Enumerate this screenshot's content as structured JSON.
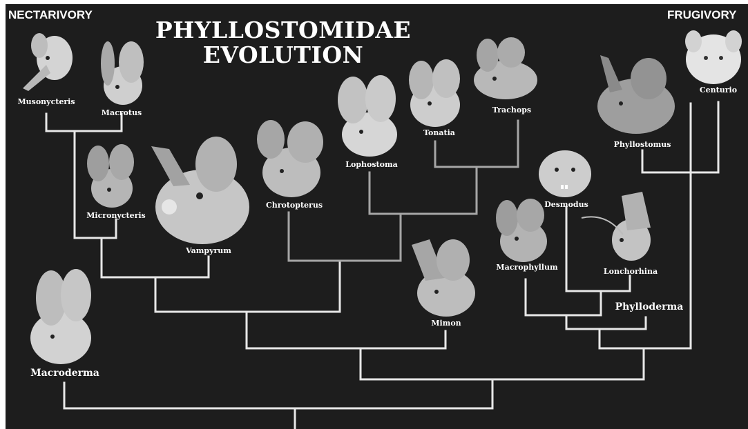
{
  "title": {
    "line1": "PHYLLOSTOMIDAE",
    "line2": "EVOLUTION"
  },
  "corners": {
    "left": "NECTARIVORY",
    "right": "FRUGIVORY"
  },
  "taxa": {
    "musonycteris": "Musonycteris",
    "macrotus": "Macrotus",
    "micronycteris": "Micronycteris",
    "vampyrum": "Vampyrum",
    "chrotopterus": "Chrotopterus",
    "lophostoma": "Lophostoma",
    "tonatia": "Tonatia",
    "trachops": "Trachops",
    "phyllostomus": "Phyllostomus",
    "centurio": "Centurio",
    "desmodus": "Desmodus",
    "macrophyllum": "Macrophyllum",
    "lonchorhina": "Lonchorhina",
    "phylloderma": "Phylloderma",
    "mimon": "Mimon",
    "macroderma": "Macroderma"
  },
  "colors": {
    "background": "#1d1d1d",
    "branch_primary": "#e8e8e8",
    "branch_secondary": "#a6a6a6",
    "text": "#ffffff"
  }
}
